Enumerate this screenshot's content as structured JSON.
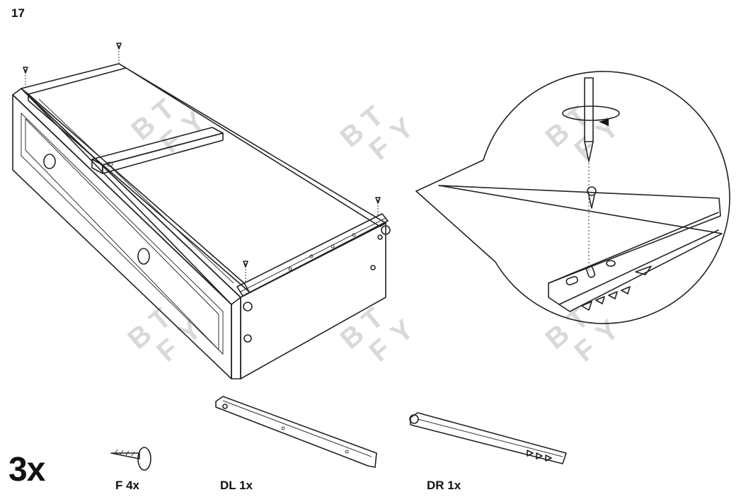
{
  "step": {
    "number": "17"
  },
  "quantity": {
    "label": "3x"
  },
  "parts": [
    {
      "label": "F 4x",
      "icon": "screw-icon"
    },
    {
      "label": "DL 1x",
      "icon": "left-drawer-rail-icon"
    },
    {
      "label": "DR 1x",
      "icon": "right-drawer-rail-icon"
    }
  ],
  "watermark": {
    "letters": [
      "B",
      "T",
      "F",
      "Y"
    ]
  },
  "colors": {
    "ink": "#222222",
    "background": "#ffffff",
    "watermark": "#d9d9d9"
  }
}
